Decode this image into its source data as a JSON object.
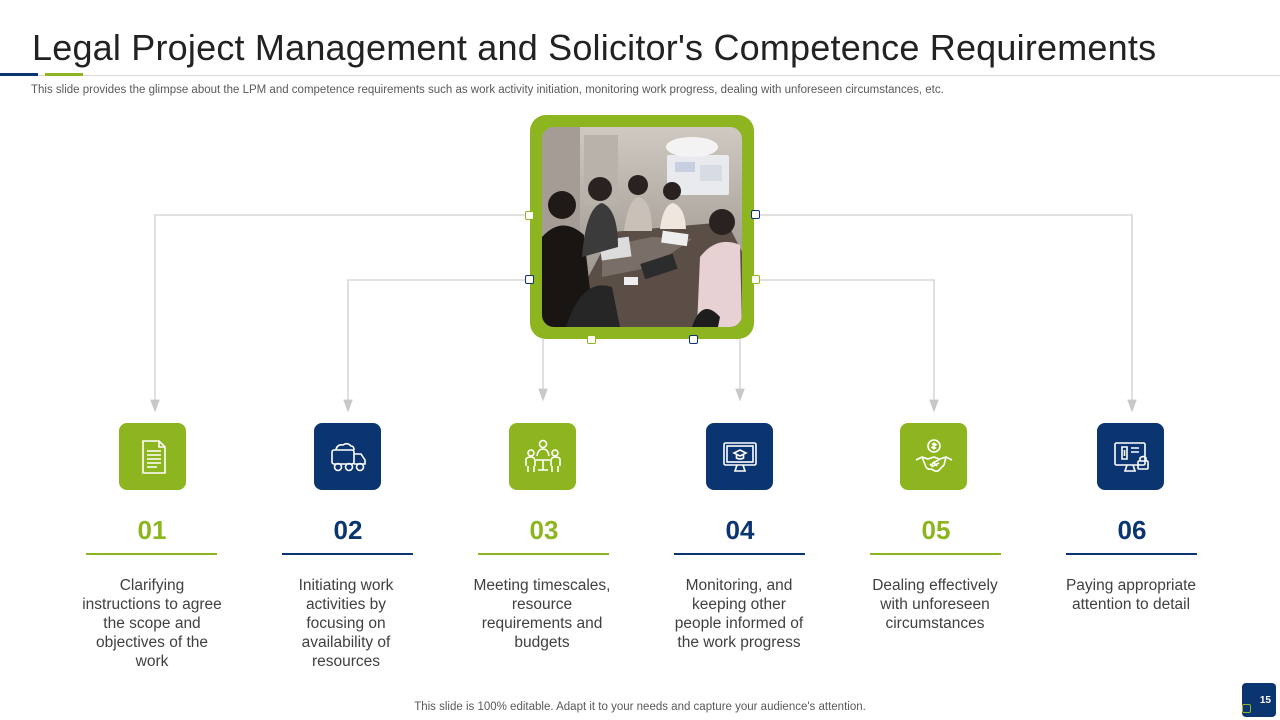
{
  "slide": {
    "title": "Legal Project Management and Solicitor's Competence Requirements",
    "subtitle": "This slide provides the glimpse about the LPM and competence requirements such as work activity initiation, monitoring work progress, dealing with unforeseen circumstances, etc.",
    "footer": "This slide is 100% editable. Adapt it to your needs and capture your audience's attention.",
    "page_number": "15"
  },
  "photo": {
    "icon": "meeting-photo"
  },
  "steps": [
    {
      "number": "01",
      "text": "Clarifying instructions to agree the scope and objectives of the work",
      "icon": "document-icon",
      "color": "#8db51f"
    },
    {
      "number": "02",
      "text": "Initiating work activities by focusing on availability of resources",
      "icon": "truck-icon",
      "color": "#0b3570"
    },
    {
      "number": "03",
      "text": "Meeting timescales, resource requirements and budgets",
      "icon": "team-meeting-icon",
      "color": "#8db51f"
    },
    {
      "number": "04",
      "text": "Monitoring, and keeping other people informed of the work progress",
      "icon": "monitor-graduation-icon",
      "color": "#0b3570"
    },
    {
      "number": "05",
      "text": "Dealing effectively with unforeseen circumstances",
      "icon": "handshake-money-icon",
      "color": "#8db51f"
    },
    {
      "number": "06",
      "text": "Paying appropriate attention to detail",
      "icon": "computer-lock-icon",
      "color": "#0b3570"
    }
  ],
  "colors": {
    "accent_green": "#8db51f",
    "accent_navy": "#0b3570",
    "connector": "#d9d9d9"
  }
}
